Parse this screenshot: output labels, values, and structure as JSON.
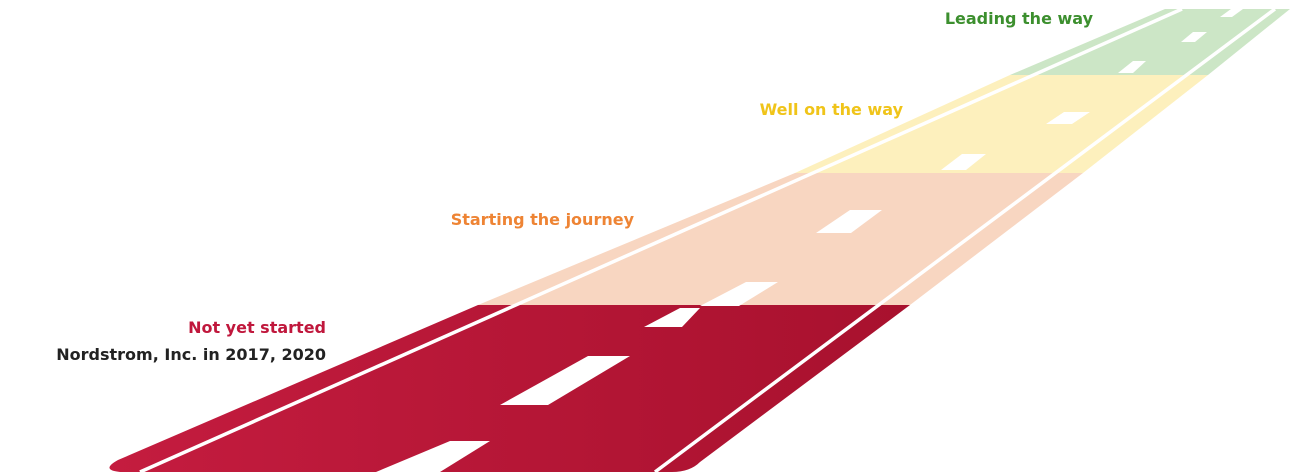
{
  "stages": [
    {
      "id": "leading",
      "label": "Leading the way",
      "color": "#3c8f2e",
      "band_color": "#cce6c6"
    },
    {
      "id": "well",
      "label": "Well on the way",
      "color": "#f0c419",
      "band_color": "#fdf0bd"
    },
    {
      "id": "starting",
      "label": "Starting the journey",
      "color": "#ee8434",
      "band_color": "#f8d6c1"
    },
    {
      "id": "notyet",
      "label": "Not yet started",
      "color": "#c0173c",
      "band_color": "#b8173a"
    }
  ],
  "current_stage": "notyet",
  "company_status": "Nordstrom, Inc. in 2017, 2020"
}
